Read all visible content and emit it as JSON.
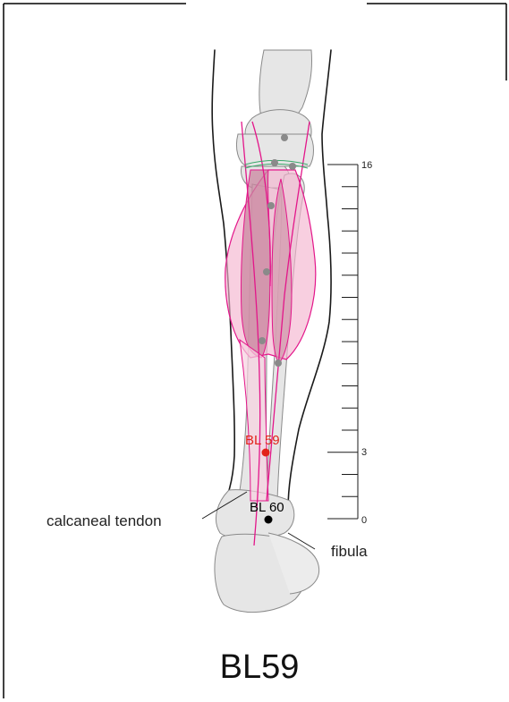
{
  "title": "BL59",
  "points": {
    "bl59": {
      "label": "BL 59",
      "color": "#e2231a"
    },
    "bl60": {
      "label": "BL 60",
      "color": "#000000"
    }
  },
  "labels": {
    "calcaneal_tendon": "calcaneal tendon",
    "fibula": "fibula"
  },
  "scale": {
    "top_label": "16",
    "mark_label": "3",
    "bottom_label": "0"
  },
  "colors": {
    "muscle_fill": "#f4b6cf",
    "muscle_outline": "#e3168a",
    "bone_fill": "#e6e6e6",
    "bone_outline": "#8a8a8a",
    "marker_dot": "#8a8a8a"
  }
}
